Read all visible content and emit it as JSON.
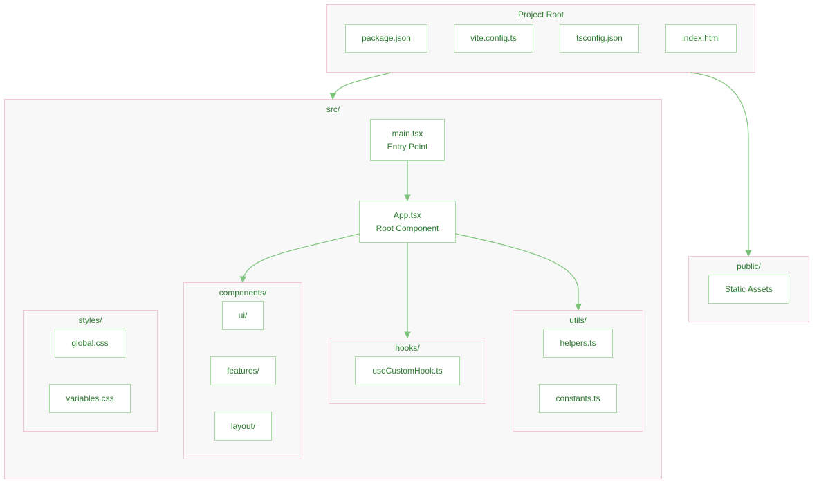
{
  "diagram": {
    "colors": {
      "cluster_border": "#f2c6d6",
      "cluster_fill": "#f8f8f8",
      "node_border": "#a9d9a4",
      "text": "#2e7d32",
      "edge": "#7cc47a"
    },
    "clusters": {
      "project_root": {
        "title": "Project Root",
        "files": [
          "package.json",
          "vite.config.ts",
          "tsconfig.json",
          "index.html"
        ]
      },
      "src": {
        "title": "src/",
        "main": {
          "line1": "main.tsx",
          "line2": "Entry Point"
        },
        "app": {
          "line1": "App.tsx",
          "line2": "Root Component"
        },
        "styles": {
          "title": "styles/",
          "files": [
            "global.css",
            "variables.css"
          ]
        },
        "components": {
          "title": "components/",
          "folders": [
            "ui/",
            "features/",
            "layout/"
          ]
        },
        "hooks": {
          "title": "hooks/",
          "files": [
            "useCustomHook.ts"
          ]
        },
        "utils": {
          "title": "utils/",
          "files": [
            "helpers.ts",
            "constants.ts"
          ]
        }
      },
      "public": {
        "title": "public/",
        "items": [
          "Static Assets"
        ]
      }
    },
    "edges": [
      {
        "from": "Project Root",
        "to": "src/"
      },
      {
        "from": "Project Root",
        "to": "public/"
      },
      {
        "from": "main.tsx",
        "to": "App.tsx"
      },
      {
        "from": "App.tsx",
        "to": "components/"
      },
      {
        "from": "App.tsx",
        "to": "hooks/"
      },
      {
        "from": "App.tsx",
        "to": "utils/"
      }
    ]
  }
}
